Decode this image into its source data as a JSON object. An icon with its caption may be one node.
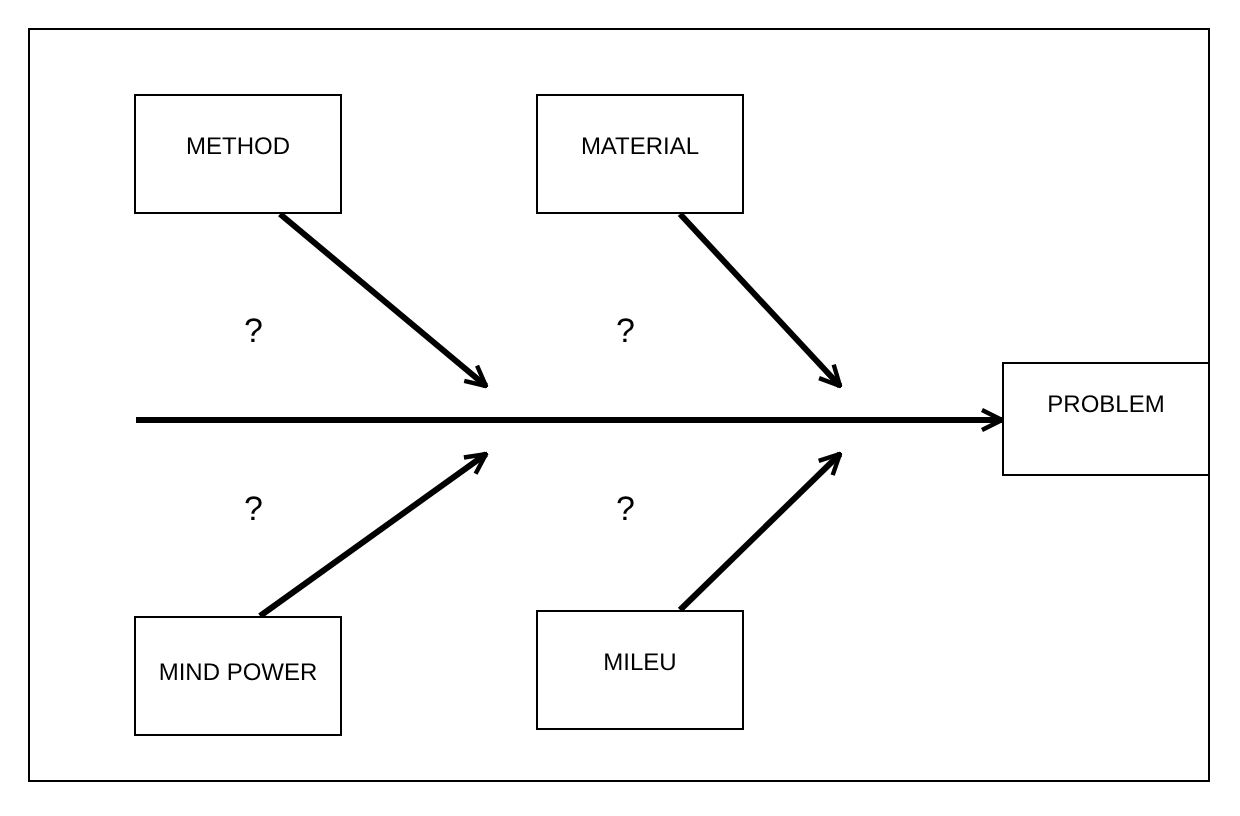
{
  "diagram": {
    "nodes": [
      {
        "text": [
          "METHOD"
        ]
      },
      {
        "text": [
          "MATERIAL"
        ]
      },
      {
        "text": [
          "PROBLEM"
        ]
      },
      {
        "text": [
          "MIND POWER"
        ]
      },
      {
        "text": [
          "MILEU"
        ]
      }
    ],
    "edges": [
      {
        "from": 0,
        "to": null,
        "arrow": "to"
      },
      {
        "from": 1,
        "to": null,
        "arrow": "to"
      },
      {
        "from": null,
        "to": 2,
        "arrow": "to"
      },
      {
        "from": 3,
        "to": null,
        "arrow": "to"
      },
      {
        "from": 4,
        "to": null,
        "arrow": "to"
      }
    ],
    "labels": [
      "?",
      "?",
      "?",
      "?"
    ]
  }
}
